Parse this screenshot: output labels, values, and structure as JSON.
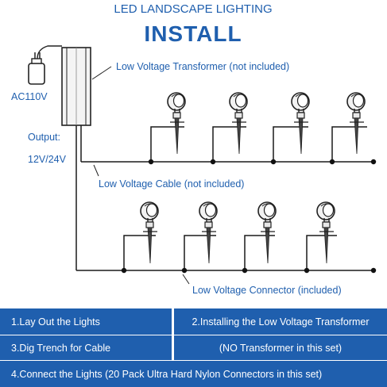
{
  "header": {
    "subtitle": "LED LANDSCAPE LIGHTING",
    "title": "INSTALL"
  },
  "labels": {
    "transformer": "Low Voltage Transformer (not included)",
    "cable": "Low Voltage Cable (not included)",
    "connector": "Low Voltage Connector (included)",
    "power": "AC110V",
    "output_title": "Output:",
    "output_value": "12V/24V"
  },
  "steps": {
    "step1": "1.Lay Out the Lights",
    "step2": "2.Installing the Low Voltage Transformer",
    "step3": "3.Dig Trench for Cable",
    "step4": "(NO Transformer in this set)",
    "step5": "4.Connect the Lights (20 Pack Ultra Hard Nylon Connectors in this set)"
  },
  "colors": {
    "accent": "#1f5fae",
    "line": "#1a1a1a"
  }
}
